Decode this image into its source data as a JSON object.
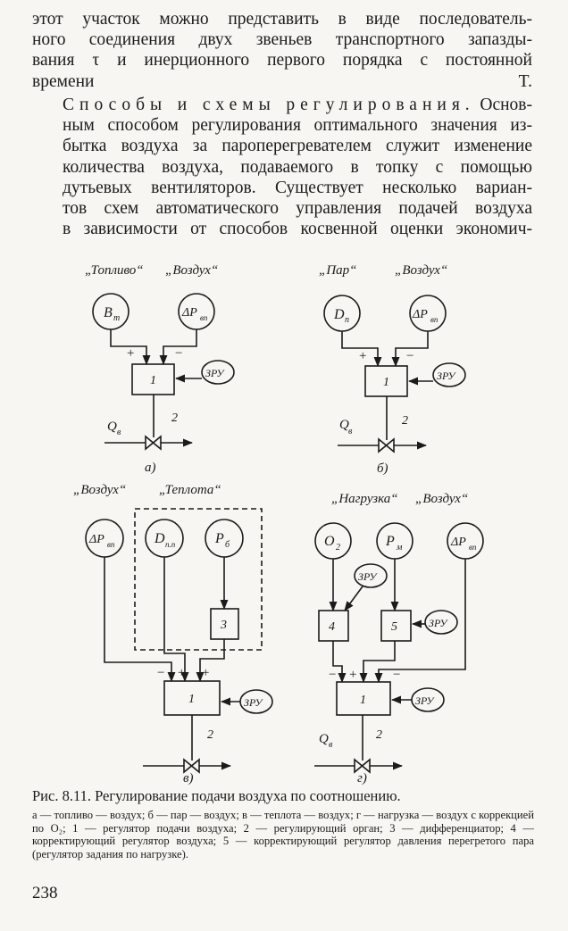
{
  "paragraph1": {
    "lines": [
      "этот участок можно представить в виде последователь-",
      "ного соединения двух звеньев транспортного запазды-",
      "вания τ и инерционного первого порядка с постоянной",
      "времени T."
    ]
  },
  "paragraph2": {
    "heading": "Способы и схемы регулирования.",
    "first_line_rest": "Основ-",
    "lines": [
      "ным способом регулирования оптимального значения из-",
      "бытка воздуха за пароперегревателем служит изменение",
      "количества воздуха, подаваемого в топку с помощью",
      "дутьевых вентиляторов. Существует несколько вариан-",
      "тов схем автоматического управления подачей воздуха",
      "в зависимости от способов косвенной оценки экономич-"
    ]
  },
  "figure": {
    "diagrams": [
      {
        "panel": "а)",
        "top_labels": [
          "„Топливо“",
          "„Воздух“"
        ],
        "sensors": [
          "B",
          "т",
          "ΔP",
          "вп"
        ],
        "signs": [
          "+",
          "−"
        ],
        "regulator": "1",
        "corrector": "ЗРУ",
        "organ": "2",
        "flow": [
          "Q",
          "в"
        ]
      },
      {
        "panel": "б)",
        "top_labels": [
          "„Пар“",
          "„Воздух“"
        ],
        "sensors": [
          "D",
          "п",
          "ΔP",
          "вп"
        ],
        "signs": [
          "+",
          "−"
        ],
        "regulator": "1",
        "corrector": "ЗРУ",
        "organ": "2",
        "flow": [
          "Q",
          "в"
        ]
      },
      {
        "panel": "в)",
        "top_labels": [
          "„Воздух“",
          "„Теплота“"
        ],
        "sensors": [
          "ΔP",
          "вп",
          "D",
          "п.п",
          "P",
          "б"
        ],
        "differentiator": "3",
        "signs": [
          "−",
          "+",
          "+"
        ],
        "regulator": "1",
        "corrector": "ЗРУ",
        "organ": "2"
      },
      {
        "panel": "г)",
        "top_labels": [
          "„Нагрузка“",
          "„Воздух“"
        ],
        "sensors": [
          "O",
          "2",
          "P",
          "м",
          "ΔP",
          "вп"
        ],
        "corrector_regulators": [
          "4",
          "5"
        ],
        "correctors": [
          "ЗРУ",
          "ЗРУ",
          "ЗРУ"
        ],
        "signs": [
          "−",
          "+",
          "−"
        ],
        "regulator": "1",
        "organ": "2",
        "flow": [
          "Q",
          "в"
        ]
      }
    ]
  },
  "caption": "Рис. 8.11. Регулирование подачи воздуха по соотношению.",
  "legend": "а — топливо — воздух; б — пар — воздух; в — теплота — воздух; г — нагрузка — воздух с коррекцией по O₂; 1 — регулятор подачи воздуха; 2 — регулирующий орган; 3 — дифференциатор; 4 — корректирующий регулятор воздуха; 5 — корректирующий регулятор давления перегретого пара (регулятор задания по нагрузке).",
  "page_number": "238"
}
